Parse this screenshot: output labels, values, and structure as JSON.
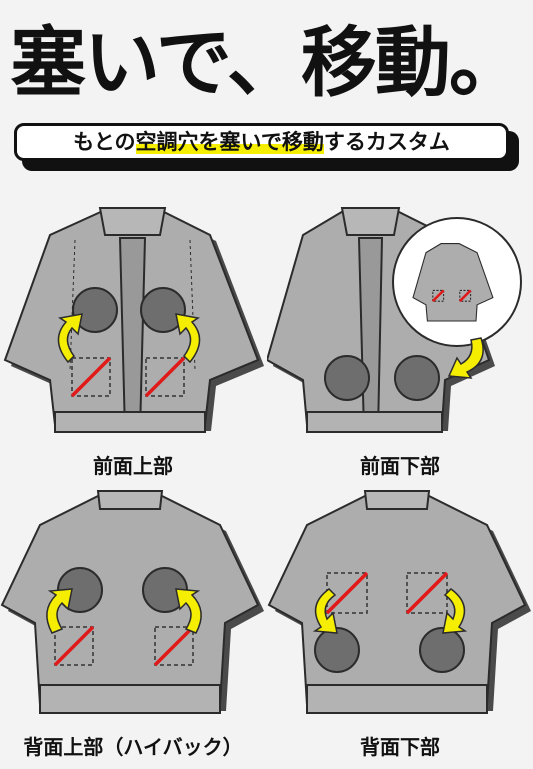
{
  "headline": "塞いで、移動。",
  "subtitle": {
    "part1": "もとの",
    "highlight": "空調穴を塞いで移動",
    "part2": "するカスタム"
  },
  "panels": [
    {
      "caption": "前面上部"
    },
    {
      "caption": "前面下部"
    },
    {
      "caption": "背面上部（ハイバック）"
    },
    {
      "caption": "背面下部"
    }
  ],
  "colors": {
    "jacket": "#adadad",
    "outline": "#2b2b2b",
    "fan_hole": "#6e6e6e",
    "closed_mark": "#e01a1a",
    "arrow": "#f5ee00",
    "highlight": "#f5ee00"
  }
}
